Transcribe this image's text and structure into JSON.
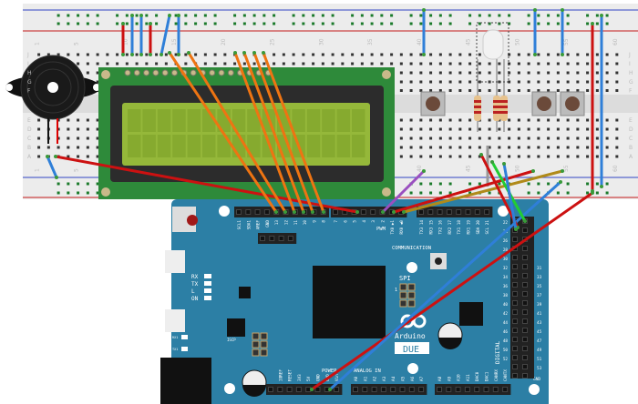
{
  "breadboard": {
    "column_numbers": [
      "1",
      "5",
      "10",
      "15",
      "20",
      "25",
      "30",
      "35",
      "40",
      "45",
      "50",
      "55",
      "60"
    ],
    "rows_top": [
      "J",
      "I",
      "H",
      "G",
      "F"
    ],
    "rows_bottom": [
      "E",
      "D",
      "C",
      "B",
      "A"
    ]
  },
  "arduino": {
    "logo": "Arduino",
    "model": "DUE",
    "pwm_label": "PWM",
    "communication_label": "COMMUNICATION",
    "spi_label": "SPI",
    "spi_pin1": "1",
    "iscp_label": "ISCP",
    "leds": [
      "RX",
      "TX",
      "L",
      "ON"
    ],
    "small_leds": [
      "RX1",
      "TX1"
    ],
    "power_label": "POWER",
    "analog_label": "ANALOG IN",
    "digital_label": "DIGITAL",
    "gnd_label": "GND",
    "header_top_1": [
      "SCL1",
      "SDA1",
      "AREF",
      "GND",
      "13",
      "12",
      "11",
      "10",
      "9",
      "8"
    ],
    "header_top_2": [
      "7",
      "6",
      "5",
      "4",
      "3",
      "2",
      "TX0 ▶1",
      "RX0 ◀0"
    ],
    "header_top_3": [
      "TX3 14",
      "RX3 15",
      "TX2 16",
      "RX2 17",
      "TX1 18",
      "RX1 19",
      "SDA 20",
      "SCL 21"
    ],
    "header_bottom_1": [
      "",
      "IOREF",
      "RESET",
      "3V3",
      "5V",
      "GND",
      "GND",
      "Vin"
    ],
    "header_bottom_2": [
      "A0",
      "A1",
      "A2",
      "A3",
      "A4",
      "A5",
      "A6",
      "A7"
    ],
    "header_bottom_3": [
      "A8",
      "A9",
      "A10",
      "A11",
      "DAC0",
      "DAC1",
      "CANRX",
      "CANTX"
    ],
    "digital_even": [
      "22",
      "24",
      "26",
      "28",
      "30",
      "32",
      "34",
      "36",
      "38",
      "40",
      "42",
      "44",
      "46",
      "48",
      "50",
      "52"
    ],
    "digital_odd": [
      "31",
      "33",
      "35",
      "37",
      "39",
      "41",
      "43",
      "45",
      "47",
      "49",
      "51",
      "53"
    ]
  },
  "colors": {
    "board": "#2c7fa5",
    "breadboard": "#ececec",
    "lcd_pcb": "#2e8a3a",
    "lcd_screen": "#95b83a",
    "wire_red": "#cc1111",
    "wire_blue": "#2f7fd8",
    "wire_orange": "#ee7412"
  }
}
